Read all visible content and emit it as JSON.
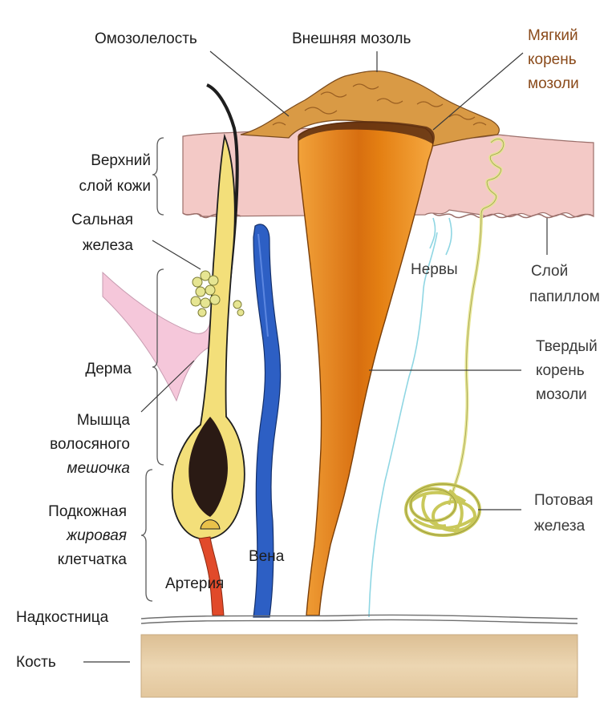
{
  "labels": {
    "callus_formation": "Омозолелость",
    "outer_callus": "Внешняя мозоль",
    "soft_root_line1": "Мягкий",
    "soft_root_line2": "корень",
    "soft_root_line3": "мозоли",
    "upper_skin_line1": "Верхний",
    "upper_skin_line2": "слой кожи",
    "sebaceous_line1": "Сальная",
    "sebaceous_line2": "железа",
    "nerves": "Нервы",
    "papilla_line1": "Слой",
    "papilla_line2": "папиллом",
    "dermis": "Дерма",
    "hard_root_line1": "Твердый",
    "hard_root_line2": "корень",
    "hard_root_line3": "мозоли",
    "muscle_line1": "Мышца",
    "muscle_line2": "волосяного",
    "muscle_line3": "мешочка",
    "subcut_line1": "Подкожная",
    "subcut_line2": "жировая",
    "subcut_line3": "клетчатка",
    "sweat_line1": "Потовая",
    "sweat_line2": "железа",
    "vein": "Вена",
    "artery": "Артерия",
    "periosteum": "Надкостница",
    "bone": "Кость"
  },
  "colors": {
    "skin": "#f3c9c6",
    "callus": "#d99a45",
    "callus_root": "#e8870f",
    "bone": "#e8cfa6",
    "vein": "#2d5fc4",
    "artery": "#e14a2a",
    "hair_follicle": "#f3df7a",
    "muscle": "#f5c7da",
    "gland": "#e6e592",
    "nerve": "#8fd6e3"
  }
}
